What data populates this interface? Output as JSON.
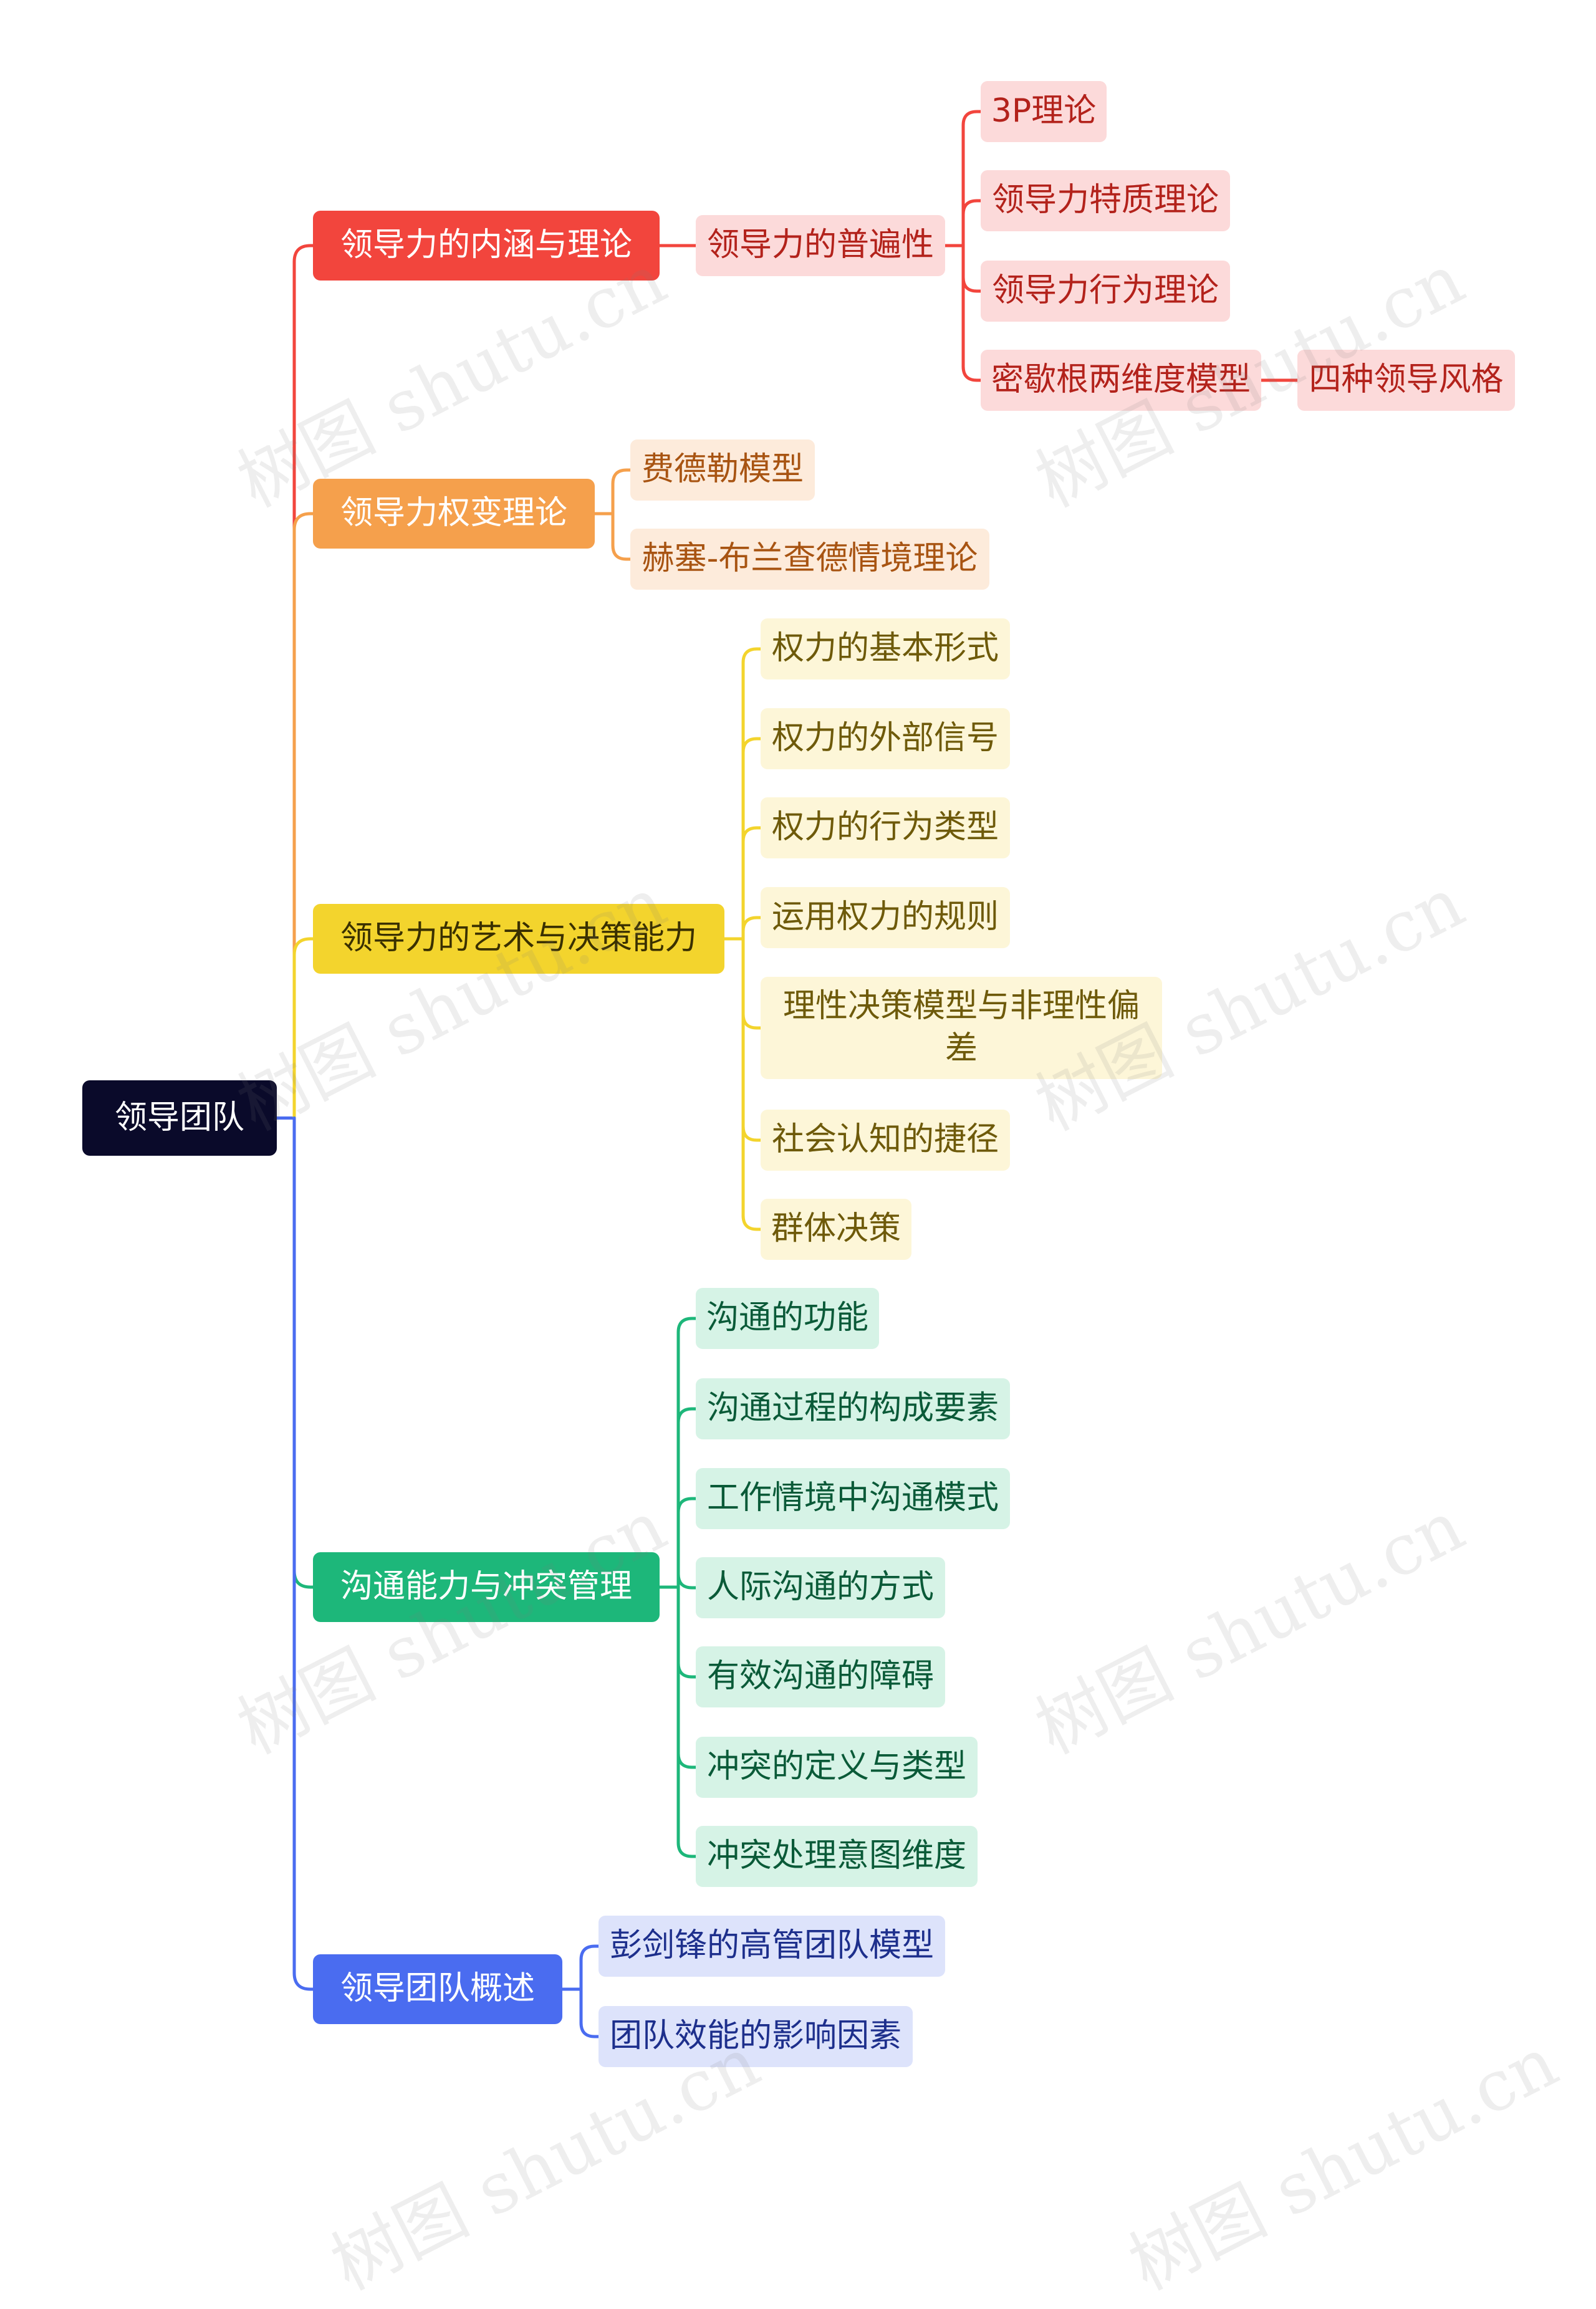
{
  "colors": {
    "root_bg": "#0a0a2a",
    "red": "#f2453d",
    "red_light": "#fcdada",
    "red_text": "#b3221b",
    "orange": "#f5a04c",
    "orange_light": "#fdebdb",
    "orange_text": "#a85412",
    "yellow": "#f3d42d",
    "yellow_light": "#fdf6d8",
    "yellow_text": "#6e5a0a",
    "green": "#1db77a",
    "green_light": "#d6f3e6",
    "green_text": "#0a5a38",
    "blue": "#4a6cf0",
    "blue_light": "#dde3fb",
    "blue_text": "#1d2f8c"
  },
  "watermark_text": "树图 shutu.cn",
  "mindmap": {
    "root": "领导团队",
    "branches": [
      {
        "label": "领导力的内涵与理论",
        "color": "red",
        "children": [
          {
            "label": "领导力的普遍性",
            "children": [
              {
                "label": "3P理论"
              },
              {
                "label": "领导力特质理论"
              },
              {
                "label": "领导力行为理论"
              },
              {
                "label": "密歇根两维度模型",
                "children": [
                  {
                    "label": "四种领导风格"
                  }
                ]
              }
            ]
          }
        ]
      },
      {
        "label": "领导力权变理论",
        "color": "orange",
        "children": [
          {
            "label": "费德勒模型"
          },
          {
            "label": "赫塞-布兰查德情境理论"
          }
        ]
      },
      {
        "label": "领导力的艺术与决策能力",
        "color": "yellow",
        "children": [
          {
            "label": "权力的基本形式"
          },
          {
            "label": "权力的外部信号"
          },
          {
            "label": "权力的行为类型"
          },
          {
            "label": "运用权力的规则"
          },
          {
            "label": "理性决策模型与非理性偏差"
          },
          {
            "label": "社会认知的捷径"
          },
          {
            "label": "群体决策"
          }
        ]
      },
      {
        "label": "沟通能力与冲突管理",
        "color": "green",
        "children": [
          {
            "label": "沟通的功能"
          },
          {
            "label": "沟通过程的构成要素"
          },
          {
            "label": "工作情境中沟通模式"
          },
          {
            "label": "人际沟通的方式"
          },
          {
            "label": "有效沟通的障碍"
          },
          {
            "label": "冲突的定义与类型"
          },
          {
            "label": "冲突处理意图维度"
          }
        ]
      },
      {
        "label": "领导团队概述",
        "color": "blue",
        "children": [
          {
            "label": "彭剑锋的高管团队模型"
          },
          {
            "label": "团队效能的影响因素"
          }
        ]
      }
    ]
  }
}
